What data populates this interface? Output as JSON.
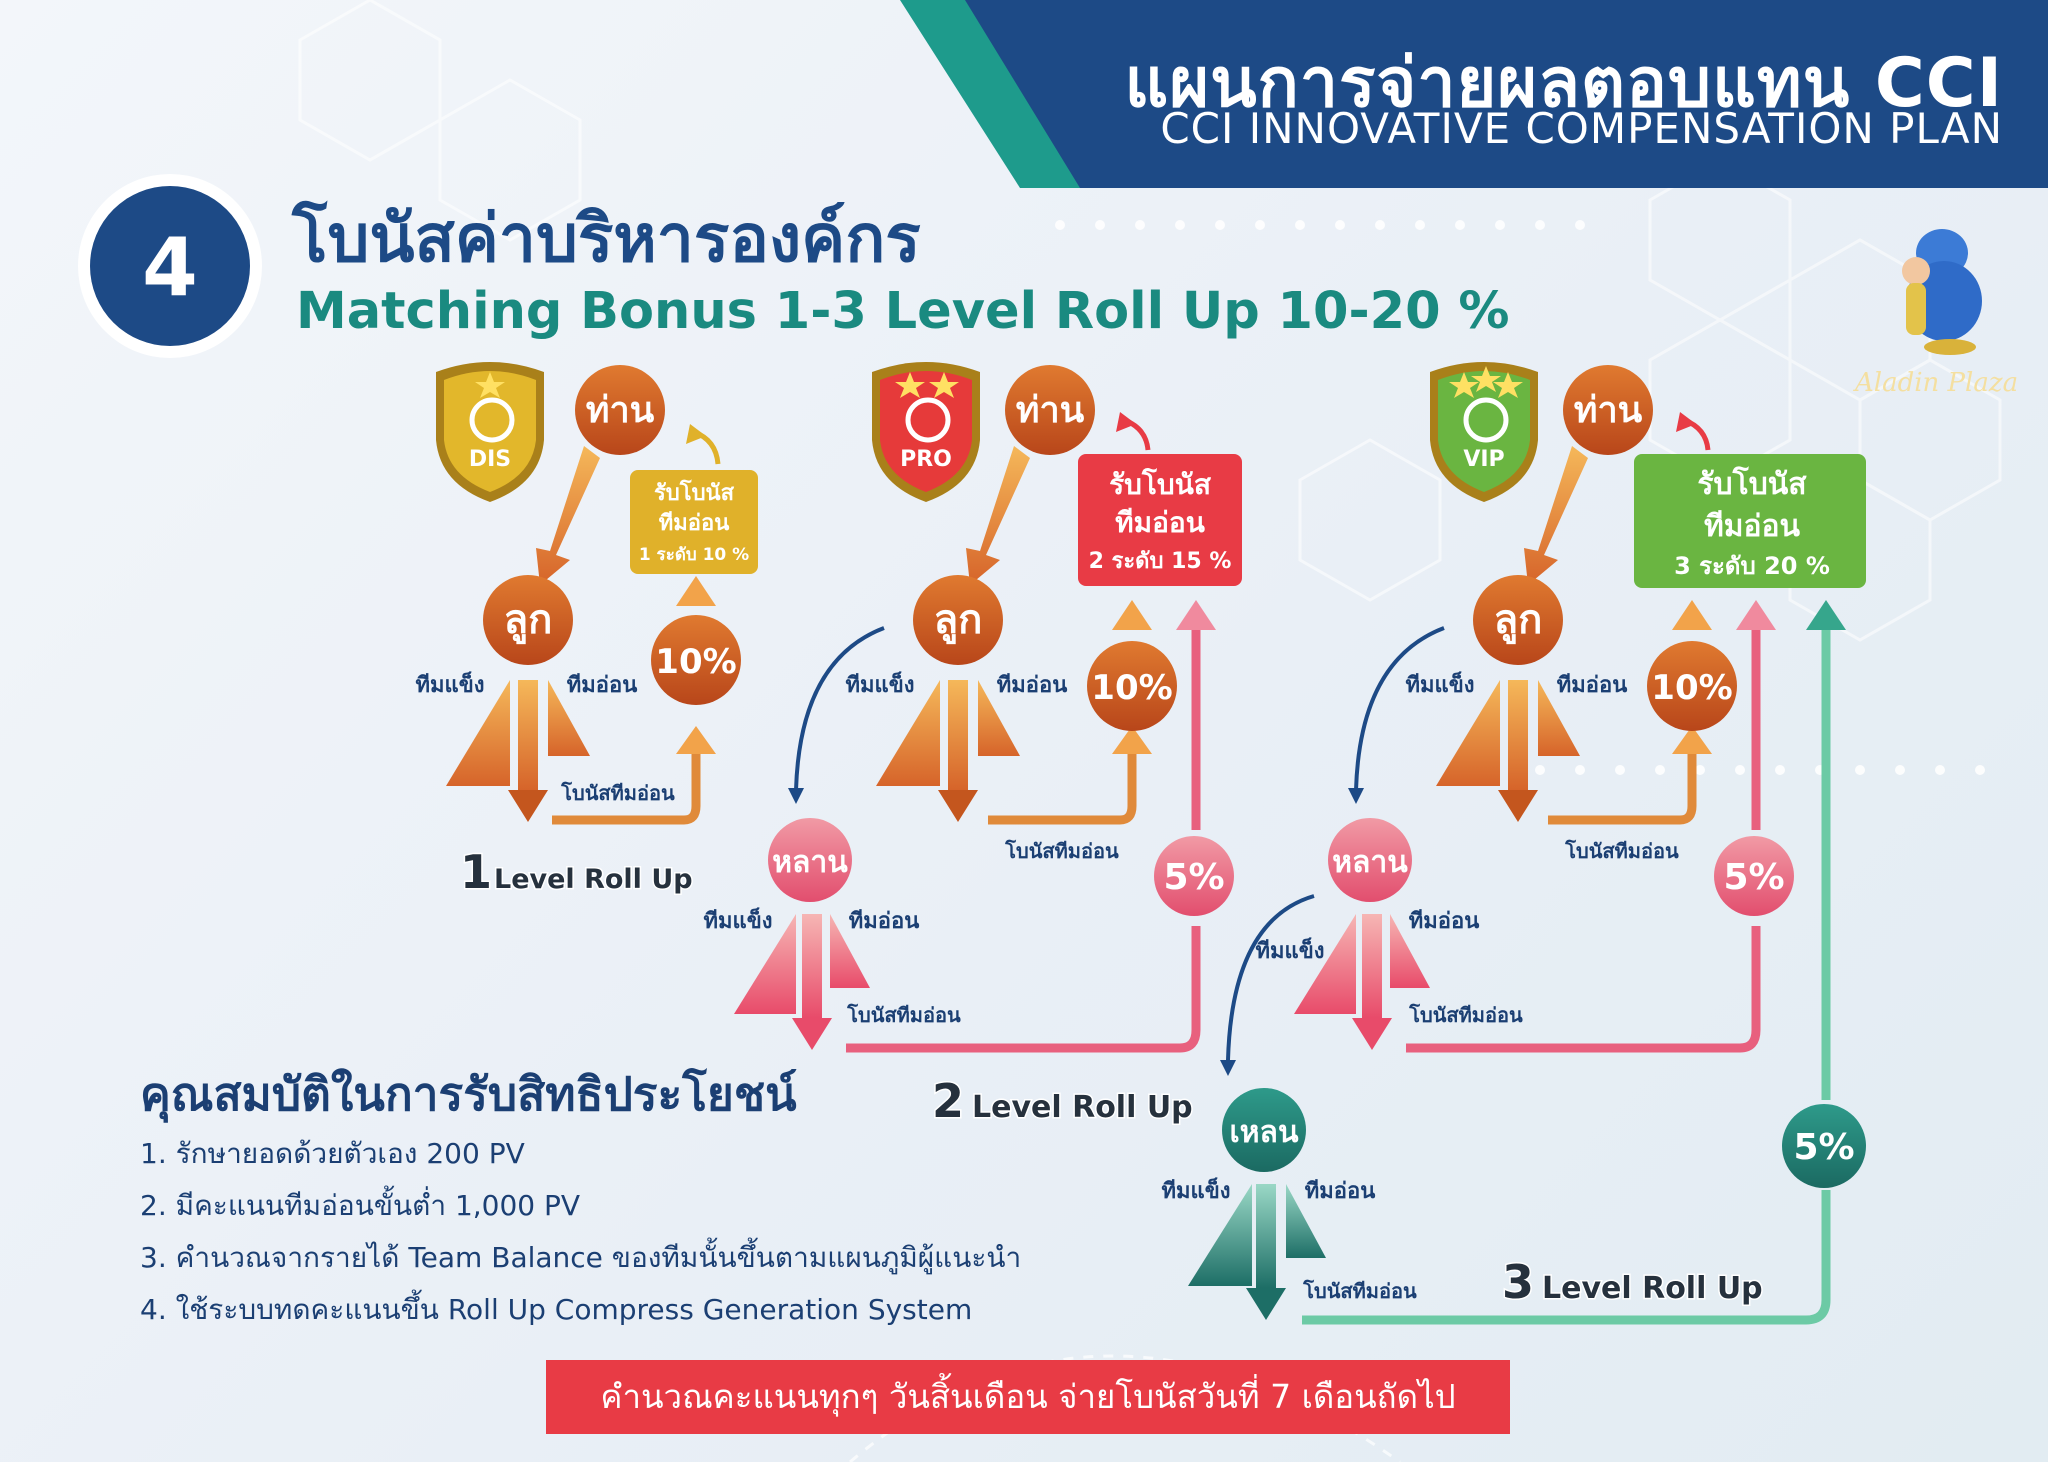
{
  "header": {
    "title_th": "แผนการจ่ายผลตอบแทน CCI",
    "title_en": "CCI INNOVATIVE COMPENSATION PLAN"
  },
  "section": {
    "number": "4",
    "title_th": "โบนัสค่าบริหารองค์กร",
    "subtitle": "Matching Bonus 1-3 Level Roll Up 10-20 %"
  },
  "logo": {
    "text": "Aladin Plaza",
    "icon": "genie-icon"
  },
  "labels": {
    "you": "ท่าน",
    "child": "ลูก",
    "grandchild": "หลาน",
    "great_grandchild": "เหลน",
    "strong_team": "ทีมแข็ง",
    "weak_team": "ทีมอ่อน",
    "weak_team_bonus": "โบนัสทีมอ่อน",
    "receive_line1": "รับโบนัส",
    "receive_line2": "ทีมอ่อน",
    "pct10": "10%",
    "pct5": "5%"
  },
  "plans": [
    {
      "badge": "DIS",
      "stars": 1,
      "receive_line3": "1 ระดับ 10 %",
      "roll_up_num": "1",
      "roll_up_text": "Level Roll Up"
    },
    {
      "badge": "PRO",
      "stars": 2,
      "receive_line3": "2 ระดับ 15 %",
      "roll_up_num": "2",
      "roll_up_text": "Level Roll Up"
    },
    {
      "badge": "VIP",
      "stars": 3,
      "receive_line3": "3 ระดับ 20 %",
      "roll_up_num": "3",
      "roll_up_text": "Level Roll Up"
    }
  ],
  "qualifications": {
    "title": "คุณสมบัติในการรับสิทธิประโยชน์",
    "items": [
      "1. รักษายอดด้วยตัวเอง 200 PV",
      "2. มีคะแนนทีมอ่อนขั้นต่ำ 1,000 PV",
      "3. คำนวณจากรายได้ Team Balance ของทีมนั้นขึ้นตามแผนภูมิผู้แนะนำ",
      "4. ใช้ระบบทดคะแนนขึ้น Roll Up Compress Generation System"
    ]
  },
  "footer": "คำนวณคะแนนทุกๆ วันสิ้นเดือน จ่ายโบนัสวันที่ 7 เดือนถัดไป",
  "colors": {
    "navy": "#1d4a86",
    "teal_stripe": "#1e9b8c",
    "orange": "#c4561e",
    "gold": "#e0b12a",
    "red": "#e83b45",
    "pink": "#e8607e",
    "green": "#6ab541",
    "teal": "#1f7a70"
  }
}
